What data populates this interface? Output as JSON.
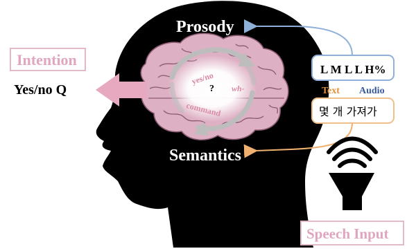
{
  "labels": {
    "prosody": "Prosody",
    "semantics": "Semantics",
    "intention_title": "Intention",
    "intention_value": "Yes/no Q",
    "tones": "L  M  L L H%",
    "text_label": "Text",
    "audio_label": "Audio",
    "korean_text": "몇 개 가져가",
    "speech_input": "Speech Input",
    "brain_yesno": "yes/no",
    "brain_q": "?",
    "brain_wh": "wh-",
    "brain_command": "command"
  },
  "colors": {
    "intention_box": "#e3b8c8",
    "intention_text": "#e0a6bf",
    "brain_fill": "#deb0c4",
    "brain_stroke": "#8a5a70",
    "brain_inner_text": "#d98aa4",
    "tones_box": "#8fb0d8",
    "text_label": "#e0913a",
    "audio_label": "#3a5aa0",
    "korean_box": "#f0c08a",
    "arrow_blue": "#8fb0d8",
    "arrow_orange": "#f0b070",
    "arrow_pink": "#e6a9c0",
    "speaker": "#000000"
  },
  "icons": {
    "speaker": "speaker-icon",
    "cycle": "cycle-arrows-icon",
    "head": "head-silhouette-icon"
  }
}
